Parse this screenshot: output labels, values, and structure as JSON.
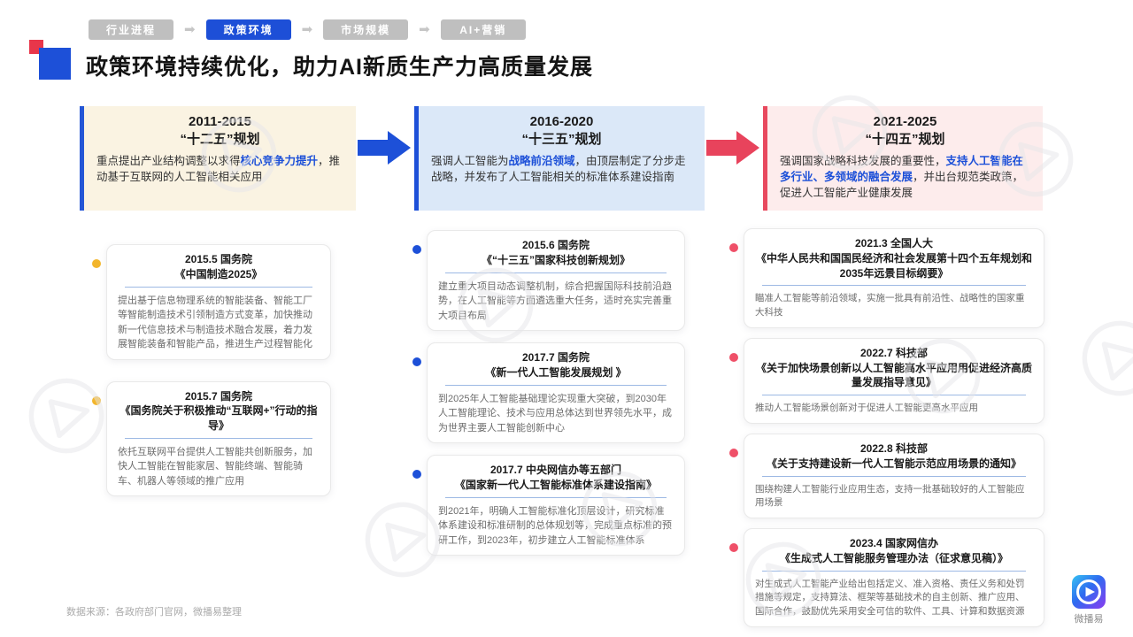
{
  "nav": {
    "tabs": [
      {
        "label": "行业进程",
        "active": false
      },
      {
        "label": "政策环境",
        "active": true
      },
      {
        "label": "市场规模",
        "active": false
      },
      {
        "label": "AI+营销",
        "active": false
      }
    ]
  },
  "title": "政策环境持续优化，助力AI新质生产力高质量发展",
  "columns": [
    {
      "period": "2011-2015",
      "plan": "“十二五”规划",
      "desc": [
        "重点提出产业结构调整以求得",
        "核心竞争力提升",
        "，推动基于互联网的人工智能相关应用"
      ],
      "cards": [
        {
          "head": "2015.5 国务院",
          "title": "《中国制造2025》",
          "body": "提出基于信息物理系统的智能装备、智能工厂等智能制造技术引领制造方式变革，加快推动新一代信息技术与制造技术融合发展，着力发展智能装备和智能产品，推进生产过程智能化"
        },
        {
          "head": "2015.7 国务院",
          "title": "《国务院关于积极推动“互联网+”行动的指导》",
          "body": "依托互联网平台提供人工智能共创新服务，加快人工智能在智能家居、智能终端、智能骑车、机器人等领域的推广应用"
        }
      ]
    },
    {
      "period": "2016-2020",
      "plan": "“十三五”规划",
      "desc": [
        "强调人工智能为",
        "战略前沿领域",
        "，由顶层制定了分步走战略，并发布了人工智能相关的标准体系建设指南"
      ],
      "cards": [
        {
          "head": "2015.6 国务院",
          "title": "《“十三五”国家科技创新规划》",
          "body": "建立重大项目动态调整机制，综合把握国际科技前沿趋势，在人工智能等方面遴选重大任务，适时充实完善重大项目布局"
        },
        {
          "head": "2017.7 国务院",
          "title": "《新一代人工智能发展规划 》",
          "body": "到2025年人工智能基础理论实现重大突破，到2030年人工智能理论、技术与应用总体达到世界领先水平，成为世界主要人工智能创新中心"
        },
        {
          "head": "2017.7 中央网信办等五部门",
          "title": "《国家新一代人工智能标准体系建设指南》",
          "body": "到2021年，明确人工智能标准化顶层设计，研究标准体系建设和标准研制的总体规划等，完成重点标准的预研工作，到2023年，初步建立人工智能标准体系"
        }
      ]
    },
    {
      "period": "2021-2025",
      "plan": "“十四五”规划",
      "desc": [
        "强调国家战略科技发展的重要性，",
        "支持人工智能在多行业、多领域的融合发展",
        "，并出台规范类政策，促进人工智能产业健康发展"
      ],
      "cards": [
        {
          "head": "2021.3 全国人大",
          "title": "《中华人民共和国国民经济和社会发展第十四个五年规划和2035年远景目标纲要》",
          "body": "瞄准人工智能等前沿领域，实施一批具有前沿性、战略性的国家重大科技"
        },
        {
          "head": "2022.7 科技部",
          "title": "《关于加快场景创新以人工智能高水平应用用促进经济高质量发展指导意见》",
          "body": "推动人工智能场景创新对于促进人工智能更高水平应用"
        },
        {
          "head": "2022.8 科技部",
          "title": "《关于支持建设新一代人工智能示范应用场景的通知》",
          "body": "围绕构建人工智能行业应用生态，支持一批基础较好的人工智能应用场景"
        },
        {
          "head": "2023.4 国家网信办",
          "title": "《生成式人工智能服务管理办法（征求意见稿）》",
          "body": "对生成式人工智能产业给出包括定义、准入资格、责任义务和处罚措施等规定，支持算法、框架等基础技术的自主创新、推广应用、国际合作，鼓励优先采用安全可信的软件、工具、计算和数据资源"
        }
      ]
    }
  ],
  "footer": {
    "source": "数据来源：各政府部门官网，微播易整理",
    "brand": "微播易"
  },
  "colors": {
    "accent_blue": "#1d50d8",
    "accent_red": "#e8495e",
    "accent_yellow": "#f2b52c",
    "nav_inactive": "#bfbfbf",
    "header_bg_1": "#faf3e2",
    "header_bg_2": "#dbe8f8",
    "header_bg_3": "#fdecec"
  },
  "icons": {
    "nav_arrow_glyph": "➡",
    "nav_arrow": "right-arrow",
    "flow_arrow_blue": "blue-block-arrow-right",
    "flow_arrow_red": "red-block-arrow-right",
    "watermark": "weiboyi-logo-watermark",
    "brand_logo": "weiboyi-play-logo"
  }
}
